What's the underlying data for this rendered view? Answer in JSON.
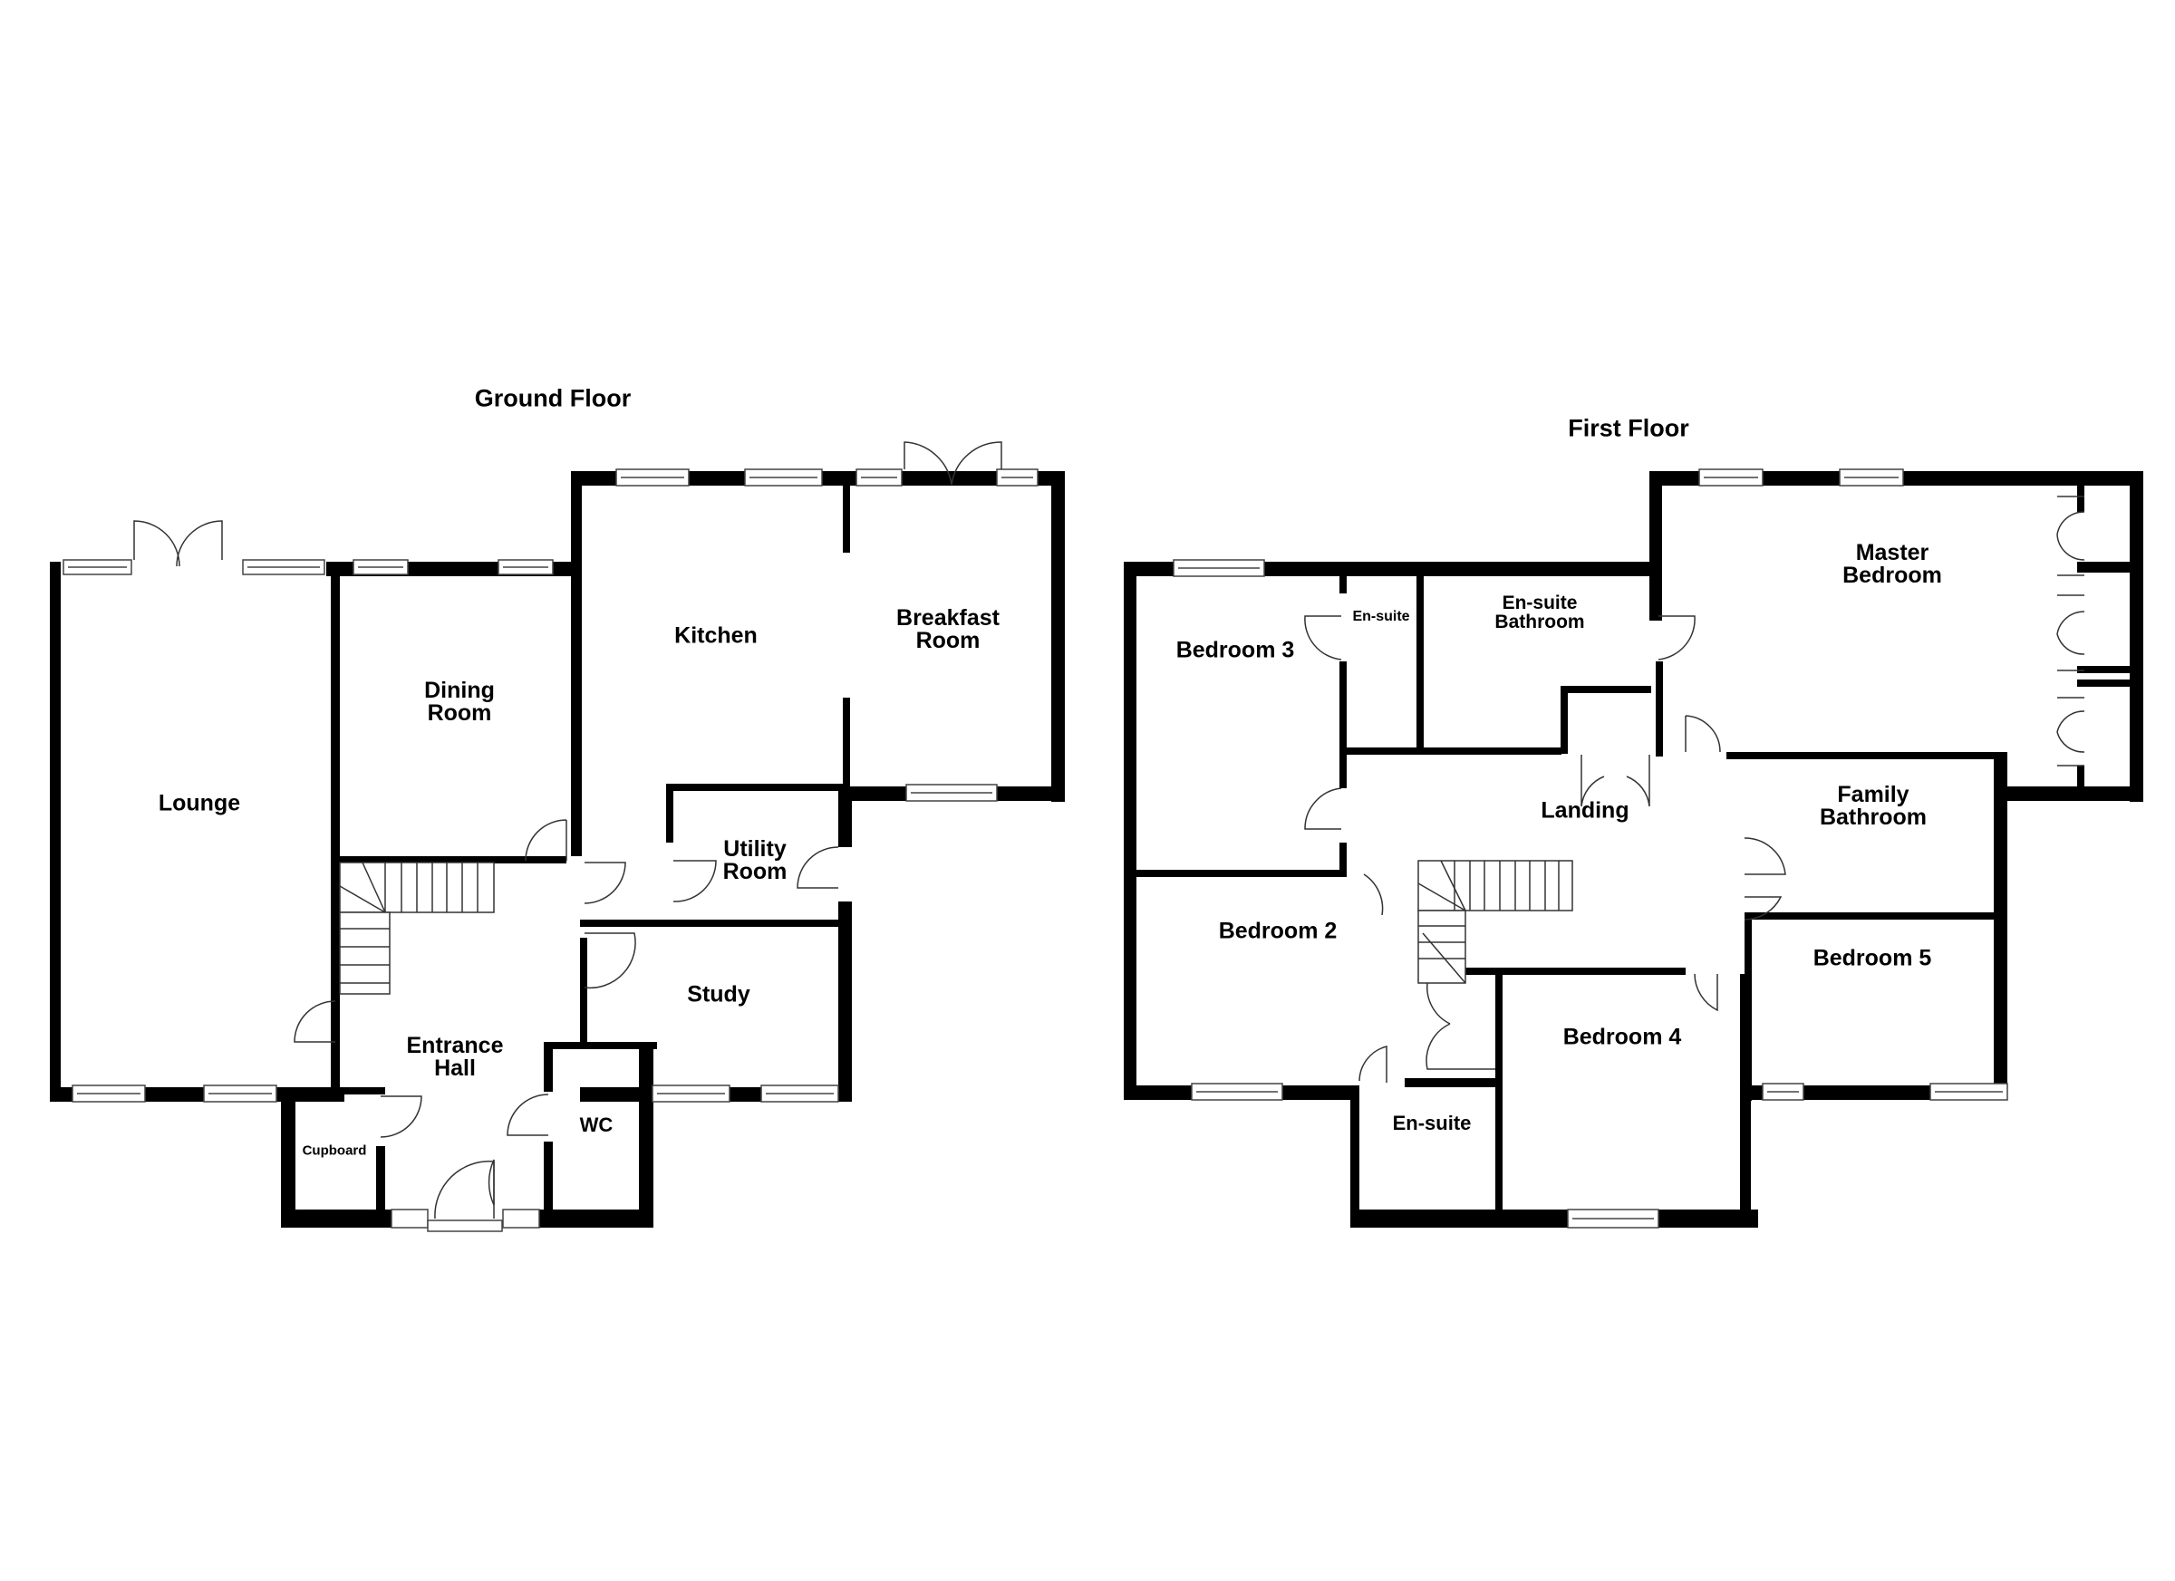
{
  "ground_floor": {
    "title": "Ground Floor",
    "rooms": {
      "lounge": "Lounge",
      "dining_1": "Dining",
      "dining_2": "Room",
      "kitchen": "Kitchen",
      "breakfast_1": "Breakfast",
      "breakfast_2": "Room",
      "utility_1": "Utility",
      "utility_2": "Room",
      "study": "Study",
      "hall_1": "Entrance",
      "hall_2": "Hall",
      "wc": "WC",
      "cupboard": "Cupboard"
    }
  },
  "first_floor": {
    "title": "First Floor",
    "rooms": {
      "bedroom3": "Bedroom 3",
      "ensuite_small": "En-suite",
      "ensuite_bath_1": "En-suite",
      "ensuite_bath_2": "Bathroom",
      "master_1": "Master",
      "master_2": "Bedroom",
      "landing": "Landing",
      "family_bath_1": "Family",
      "family_bath_2": "Bathroom",
      "bedroom2": "Bedroom 2",
      "bedroom5": "Bedroom 5",
      "bedroom4": "Bedroom 4",
      "ensuite_lower": "En-suite"
    }
  },
  "colors": {
    "wall": "#000000",
    "background": "#ffffff",
    "fixture_line": "#333333"
  }
}
